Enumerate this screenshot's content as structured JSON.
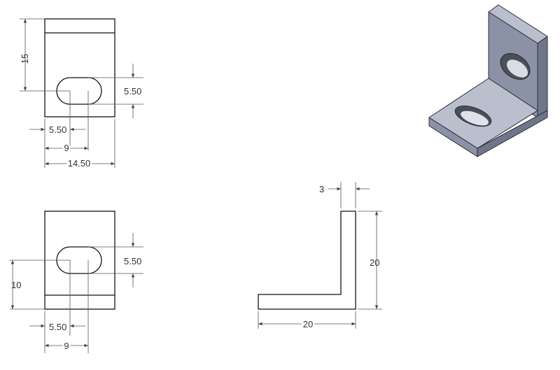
{
  "views": {
    "top": {
      "dims": {
        "height": "15",
        "slot_width": "5.50",
        "slot_offset": "5.50",
        "slot_spacing": "9",
        "overall_width": "14.50"
      }
    },
    "front": {
      "dims": {
        "height": "10",
        "slot_width": "5.50",
        "slot_offset": "5.50",
        "slot_spacing": "9"
      }
    },
    "side": {
      "dims": {
        "thickness": "3",
        "height": "20",
        "width": "20"
      }
    },
    "iso": {
      "colors": {
        "front": "#8b92a6",
        "top": "#b9bfcd",
        "side": "#6f7689",
        "dark": "#4a4f5c"
      }
    }
  }
}
